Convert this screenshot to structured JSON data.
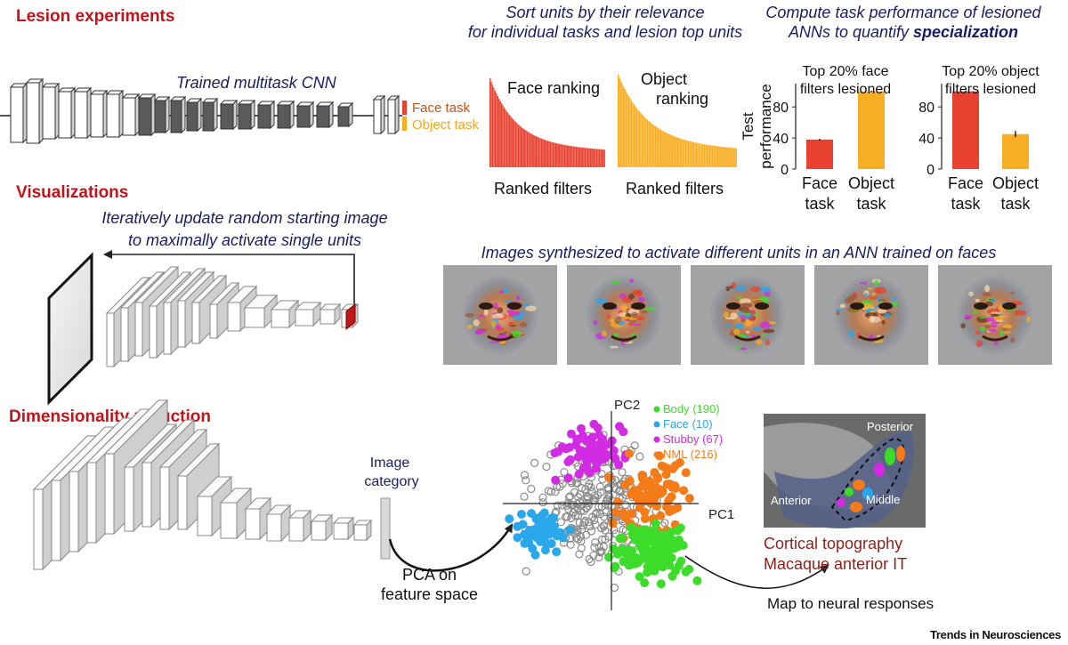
{
  "sections": {
    "lesion": "Lesion experiments",
    "visualizations": "Visualizations",
    "dimred": "Dimensionality reduction"
  },
  "lesion": {
    "cnn_label": "Trained multitask CNN",
    "face_task": "Face task",
    "object_task": "Object task",
    "sort_line1": "Sort units by their relevance",
    "sort_line2": "for individual tasks and lesion top units",
    "face_ranking": "Face ranking",
    "object_ranking_1": "Object",
    "object_ranking_2": "ranking",
    "ranked_filters": "Ranked filters",
    "compute_line1": "Compute task performance of lesioned",
    "compute_line2": "ANNs to quantify ",
    "compute_bold": "specialization",
    "colors": {
      "face": "#e8412f",
      "object": "#f7ae22"
    }
  },
  "chart_data": [
    {
      "type": "bar",
      "title_lines": [
        "Top 20% face",
        "filters lesioned"
      ],
      "ylabel_lines": [
        "Test",
        "performance"
      ],
      "categories": [
        [
          "Face",
          "task"
        ],
        [
          "Object",
          "task"
        ]
      ],
      "values": [
        38,
        100
      ],
      "errors": [
        1,
        1
      ],
      "ylim": [
        0,
        110
      ],
      "yticks": [
        0,
        40,
        80
      ]
    },
    {
      "type": "bar",
      "title_lines": [
        "Top 20% object",
        "filters lesioned"
      ],
      "ylabel_lines": [],
      "categories": [
        [
          "Face",
          "task"
        ],
        [
          "Object",
          "task"
        ]
      ],
      "values": [
        100,
        45
      ],
      "errors": [
        1,
        4
      ],
      "ylim": [
        0,
        110
      ],
      "yticks": [
        0,
        40,
        80
      ]
    }
  ],
  "visual": {
    "iter_line1": "Iteratively update random starting image",
    "iter_line2": "to maximally activate single units",
    "synth_caption": "Images synthesized to activate different units in an ANN trained on faces"
  },
  "dim": {
    "image_category_1": "Image",
    "image_category_2": "category",
    "pca_line1": "PCA on",
    "pca_line2": "feature space",
    "pc1": "PC1",
    "pc2": "PC2",
    "legend": [
      {
        "label": "Body (190)",
        "color": "#3ddc2b"
      },
      {
        "label": "Face (10)",
        "color": "#2aa6ea"
      },
      {
        "label": "Stubby (67)",
        "color": "#d22be3"
      },
      {
        "label": "NML (216)",
        "color": "#f47b18"
      }
    ],
    "posterior": "Posterior",
    "anterior": "Anterior",
    "middle": "Middle",
    "cortical_1": "Cortical topography",
    "cortical_2": "Macaque anterior IT",
    "map_neural": "Map to neural responses"
  },
  "footer": {
    "trends": "Trends in Neurosciences"
  }
}
